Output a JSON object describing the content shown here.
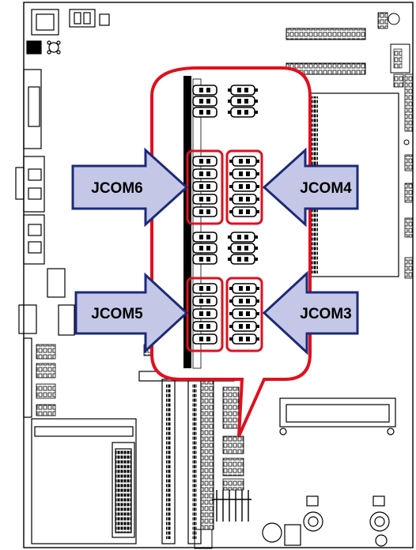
{
  "colors": {
    "arrow_fill": "#c4c8e6",
    "arrow_stroke": "#1c2a78",
    "highlight": "#e0101e",
    "ink": "#000000"
  },
  "callouts": {
    "jcom6": "JCOM6",
    "jcom4": "JCOM4",
    "jcom5": "JCOM5",
    "jcom3": "JCOM3"
  }
}
